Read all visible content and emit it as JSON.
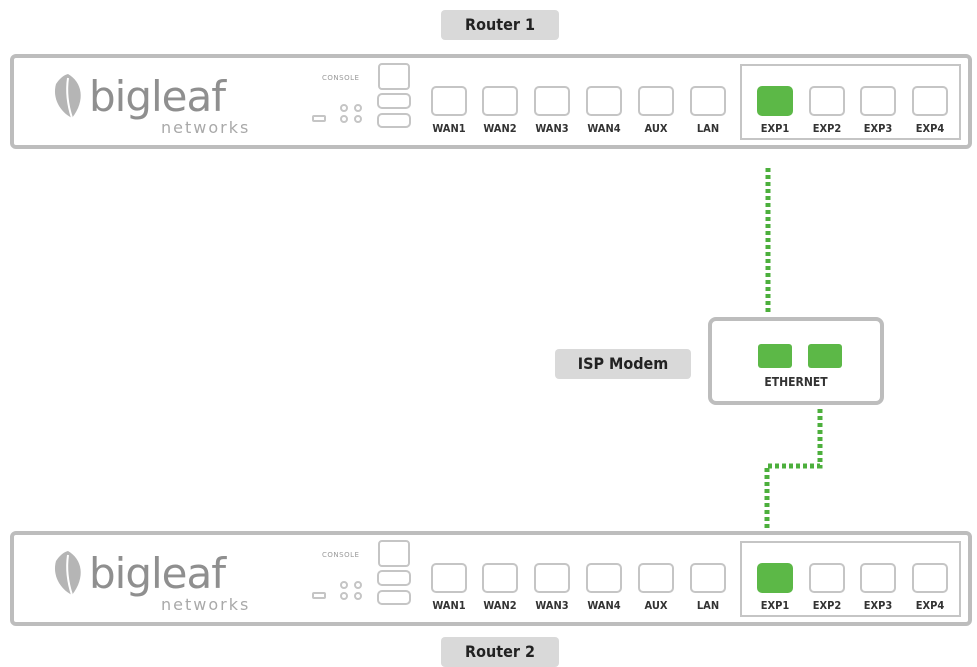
{
  "router1": {
    "label": "Router 1",
    "logo": {
      "brand": "bigleaf",
      "sub": "networks"
    },
    "console_label": "CONSOLE",
    "wan_ports": [
      "WAN1",
      "WAN2",
      "WAN3",
      "WAN4",
      "AUX",
      "LAN"
    ],
    "exp_ports": [
      "EXP1",
      "EXP2",
      "EXP3",
      "EXP4"
    ],
    "active_port": "EXP1"
  },
  "router2": {
    "label": "Router 2",
    "logo": {
      "brand": "bigleaf",
      "sub": "networks"
    },
    "console_label": "CONSOLE",
    "wan_ports": [
      "WAN1",
      "WAN2",
      "WAN3",
      "WAN4",
      "AUX",
      "LAN"
    ],
    "exp_ports": [
      "EXP1",
      "EXP2",
      "EXP3",
      "EXP4"
    ],
    "active_port": "EXP1"
  },
  "modem": {
    "label": "ISP Modem",
    "port_label": "ETHERNET",
    "port_count": 2
  },
  "colors": {
    "active_port": "#5cb847",
    "cable": "#4caf3c",
    "outline": "#bdbdbd",
    "tag_bg": "#d9d9d9"
  }
}
